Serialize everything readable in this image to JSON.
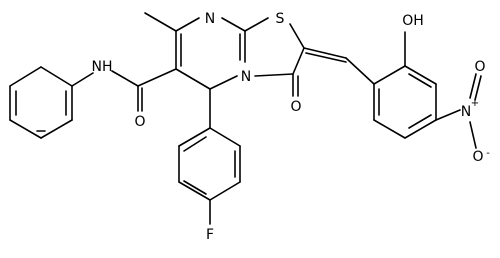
{
  "structure": {
    "atoms": {
      "n_ring": "N",
      "s_ring": "S",
      "n_fused": "N",
      "o_ketone": "O",
      "o_amide": "O",
      "nh_amide": "NH",
      "oh": "OH",
      "n_nitro": "N",
      "n_nitro_charge": "+",
      "o_nitro_top": "O",
      "o_nitro_bottom": "O",
      "o_nitro_charge": "-",
      "f": "F"
    }
  }
}
